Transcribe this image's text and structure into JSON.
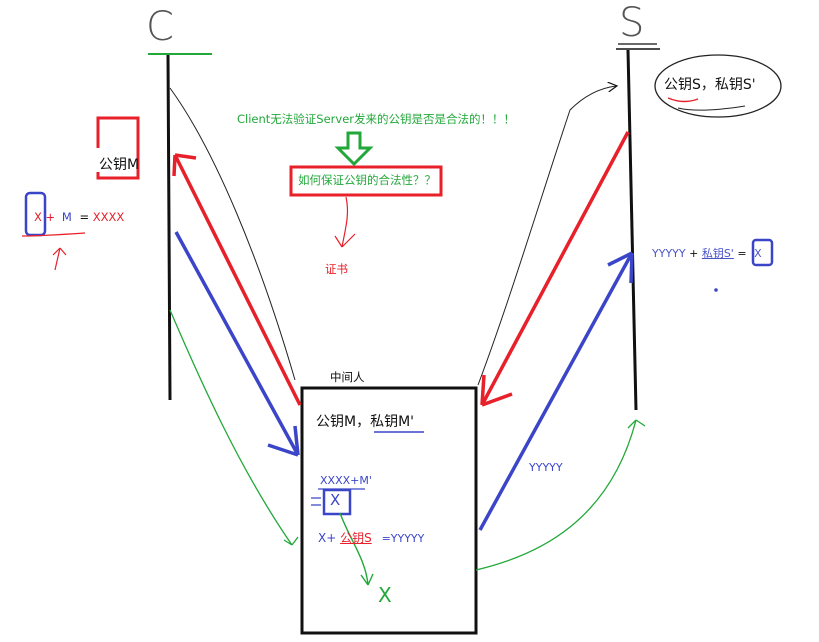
{
  "client": {
    "letter": "C",
    "pubkey_label": "公钥M",
    "equation": {
      "x": "X",
      "plus": "+",
      "m": "M",
      "eq": "=",
      "result": "XXXX"
    }
  },
  "server": {
    "letter": "S",
    "keys_label": "公钥S，私钥S'",
    "equation": {
      "lhs": "YYYYY",
      "plus": "+",
      "key": "私钥S'",
      "eq": "=",
      "result": "X"
    }
  },
  "problem": {
    "text": "Client无法验证Server发来的公钥是否是合法的！！！",
    "question": "如何保证公钥的合法性？？",
    "answer": "证书"
  },
  "mitm": {
    "title": "中间人",
    "keys_label": "公钥M，私钥M'",
    "calc1": "XXXX+M'",
    "calc1_result": "X",
    "calc2_prefix": "X+",
    "calc2_key": "公钥S",
    "calc2_result": "=YYYYY",
    "output": "X",
    "to_server_label": "YYYYY"
  },
  "colors": {
    "red": "#e8202a",
    "blue": "#3b45c8",
    "green": "#22a83a",
    "black": "#111111",
    "label_blue": "#4a55c8"
  }
}
